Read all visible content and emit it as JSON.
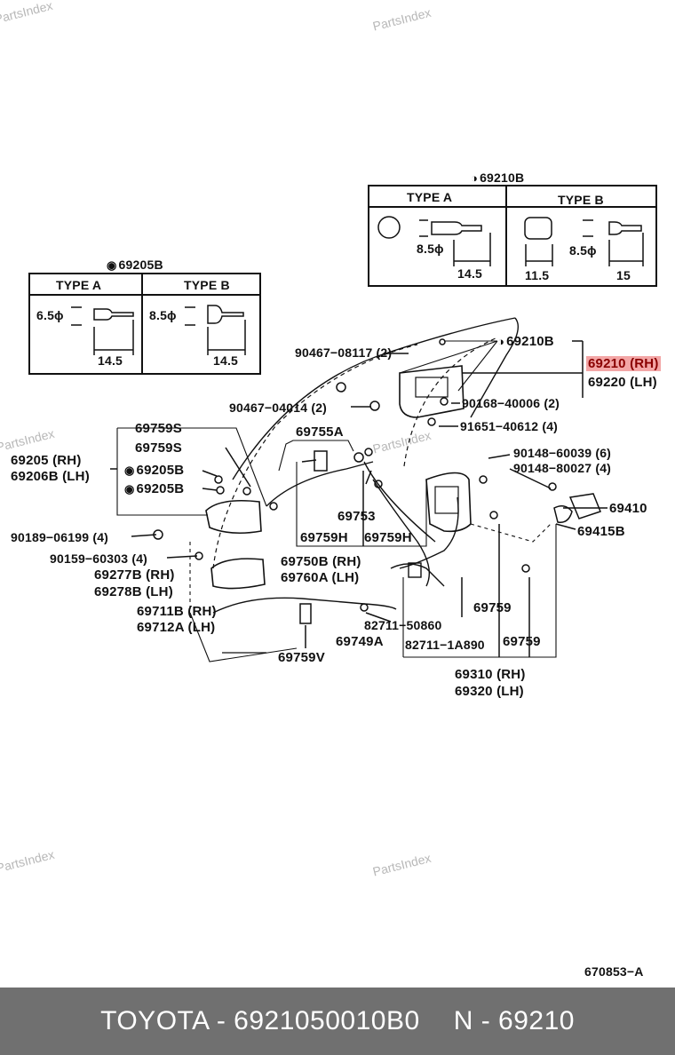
{
  "watermarks": [
    "PartsIndex",
    "PartsIndex",
    "PartsIndex",
    "PartsIndex",
    "PartsIndex",
    "PartsIndex"
  ],
  "inset_69210B": {
    "title": "69210B",
    "type_a": "TYPE A",
    "type_b": "TYPE B",
    "dim_a_dia": "8.5ϕ",
    "dim_a_len": "14.5",
    "dim_b_w": "11.5",
    "dim_b_dia": "8.5ϕ",
    "dim_b_len": "15"
  },
  "inset_69205B": {
    "title": "69205B",
    "type_a": "TYPE A",
    "type_b": "TYPE B",
    "dim_a_dia": "6.5ϕ",
    "dim_a_len": "14.5",
    "dim_b_dia": "8.5ϕ",
    "dim_b_len": "14.5"
  },
  "parts": {
    "p1": "90467−08117 (2)",
    "p2": "69210B",
    "p3": "69210 (RH)",
    "p4": "69220 (LH)",
    "p5": "90467−04014 (2)",
    "p6": "90168−40006 (2)",
    "p7": "91651−40612 (4)",
    "p8": "69755A",
    "p9": "69759S",
    "p10": "69759S",
    "p11": "69205   (RH)",
    "p12": "69206B (LH)",
    "p13": "69205B",
    "p14": "69205B",
    "p15": "90148−60039 (6)",
    "p16": "90148−80027 (4)",
    "p17": "69410",
    "p18": "69415B",
    "p19": "69753",
    "p20": "69759H",
    "p21": "69759H",
    "p22": "90189−06199 (4)",
    "p23": "90159−60303 (4)",
    "p24": "69750B (RH)",
    "p25": "69760A (LH)",
    "p26": "69277B (RH)",
    "p27": "69278B (LH)",
    "p28": "69711B (RH)",
    "p29": "69712A (LH)",
    "p30": "82711−50860",
    "p31": "69759",
    "p32": "69749A",
    "p33": "82711−1A890",
    "p34": "69759",
    "p35": "69759V",
    "p36": "69310 (RH)",
    "p37": "69320 (LH)",
    "p38": "670853−A"
  },
  "footer": {
    "brand": "TOYOTA - 6921050010B0",
    "code": "N - 69210"
  },
  "colors": {
    "highlight_bg": "#f3a6a6",
    "footer_bg": "#707070"
  }
}
